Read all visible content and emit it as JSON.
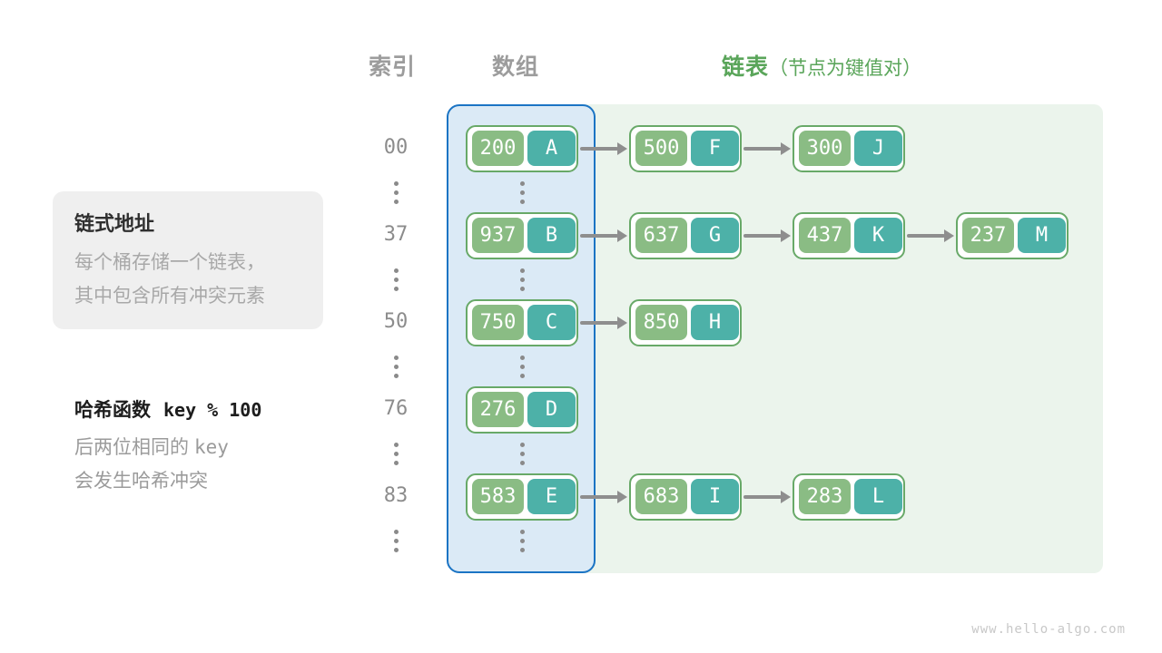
{
  "header": {
    "index_label": "索引",
    "array_label": "数组",
    "list_label": "链表",
    "list_note": "（节点为键值对）"
  },
  "info_box": {
    "title": "链式地址",
    "lines": [
      "每个桶存储一个链表，",
      "其中包含所有冲突元素"
    ]
  },
  "hash_note": {
    "title_text": "哈希函数",
    "title_code": "key % 100",
    "line1_text": "后两位相同的",
    "line1_code": "key",
    "line2_text": "会发生哈希冲突"
  },
  "rows": [
    {
      "index": "00",
      "nodes": [
        {
          "key": "200",
          "value": "A"
        },
        {
          "key": "500",
          "value": "F"
        },
        {
          "key": "300",
          "value": "J"
        }
      ]
    },
    {
      "index": "37",
      "nodes": [
        {
          "key": "937",
          "value": "B"
        },
        {
          "key": "637",
          "value": "G"
        },
        {
          "key": "437",
          "value": "K"
        },
        {
          "key": "237",
          "value": "M"
        }
      ]
    },
    {
      "index": "50",
      "nodes": [
        {
          "key": "750",
          "value": "C"
        },
        {
          "key": "850",
          "value": "H"
        }
      ]
    },
    {
      "index": "76",
      "nodes": [
        {
          "key": "276",
          "value": "D"
        }
      ]
    },
    {
      "index": "83",
      "nodes": [
        {
          "key": "583",
          "value": "E"
        },
        {
          "key": "683",
          "value": "I"
        },
        {
          "key": "283",
          "value": "L"
        }
      ]
    }
  ],
  "watermark": "www.hello-algo.com",
  "colors": {
    "node_key_green": "#8abc84",
    "node_value_teal": "#4db1a8",
    "node_border_green": "#68a968",
    "array_box_border_blue": "#1b74c4",
    "array_box_fill": "#dbeaf6",
    "list_region_fill": "#ebf4ec",
    "header_green": "#5aa55a",
    "gray_text": "#9c9c9c",
    "arrow_gray": "#8e8e8e"
  }
}
